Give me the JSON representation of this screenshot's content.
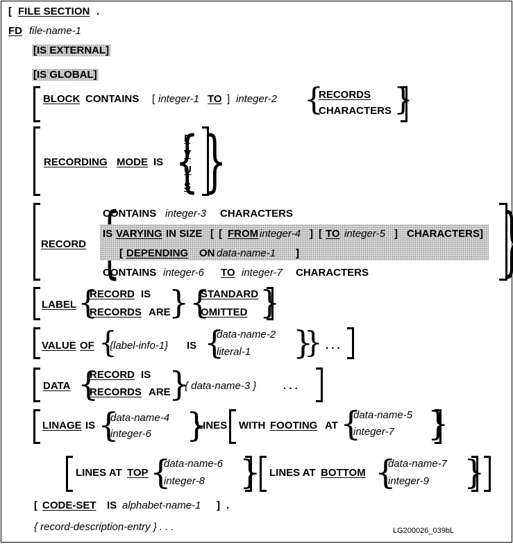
{
  "file_section": {
    "open_bracket": "[",
    "keyword": "FILE SECTION",
    "period": "."
  },
  "fd": {
    "keyword": "FD",
    "name": "file-name-1"
  },
  "is_external": "[IS EXTERNAL]",
  "is_global": "[IS GLOBAL]",
  "block": {
    "keyword": "BLOCK",
    "contains": "CONTAINS",
    "open_bracket": "[",
    "integer1": "integer-1",
    "to": "TO",
    "close_bracket": "]",
    "integer2": "integer-2",
    "options": [
      "RECORDS",
      "CHARACTERS"
    ]
  },
  "recording": {
    "recording": "RECORDING",
    "mode": "MODE",
    "is": "IS",
    "options": [
      "F",
      "V",
      "U",
      "S"
    ]
  },
  "record": {
    "keyword": "RECORD",
    "line1": {
      "contains": "CONTAINS",
      "integer": "integer-3",
      "characters": "CHARACTERS"
    },
    "line2": {
      "is": "IS",
      "varying": "VARYING",
      "in_size": "IN SIZE",
      "open1": "[",
      "open2": "[",
      "from": "FROM",
      "integer4": "integer-4",
      "close1": "]",
      "open3": "[",
      "to": "TO",
      "integer5": "integer-5",
      "close2": "]",
      "characters": "CHARACTERS]"
    },
    "line3": {
      "open": "[",
      "depending": "DEPENDING",
      "on": "ON",
      "name": "data-name-1",
      "close": "]"
    },
    "line4": {
      "contains": "CONTAINS",
      "integer6": "integer-6",
      "to": "TO",
      "integer7": "integer-7",
      "characters": "CHARACTERS"
    }
  },
  "label": {
    "keyword": "LABEL",
    "record": "RECORD",
    "is": "IS",
    "records": "RECORDS",
    "are": "ARE",
    "standard": "STANDARD",
    "omitted": "OMITTED"
  },
  "value": {
    "value": "VALUE",
    "of": "OF",
    "info": "{label-info-1}",
    "is": "IS",
    "name": "data-name-2",
    "literal": "literal-1",
    "ellipsis": ". . ."
  },
  "data": {
    "keyword": "DATA",
    "record": "RECORD",
    "is": "IS",
    "records": "RECORDS",
    "are": "ARE",
    "name": "{ data-name-3 }",
    "ellipsis": ". . ."
  },
  "linage": {
    "keyword": "LINAGE",
    "is": "IS",
    "name": "data-name-4",
    "integer": "integer-6",
    "lines": "LINES",
    "with": "WITH",
    "footing": "FOOTING",
    "at": "AT",
    "name2": "data-name-5",
    "integer2": "integer-7"
  },
  "lines_at": {
    "top_prefix": "LINES AT",
    "top": "TOP",
    "top_name": "data-name-6",
    "top_integer": "integer-8",
    "bottom_prefix": "LINES AT",
    "bottom": "BOTTOM",
    "bottom_name": "data-name-7",
    "bottom_integer": "integer-9"
  },
  "code_set": {
    "open": "[",
    "keyword": "CODE-SET",
    "is": "IS",
    "name": "alphabet-name-1",
    "close": "]",
    "period": "."
  },
  "record_entry": {
    "text": "{ record-description-entry } . . ."
  },
  "figure_id": "LG200026_039bL"
}
